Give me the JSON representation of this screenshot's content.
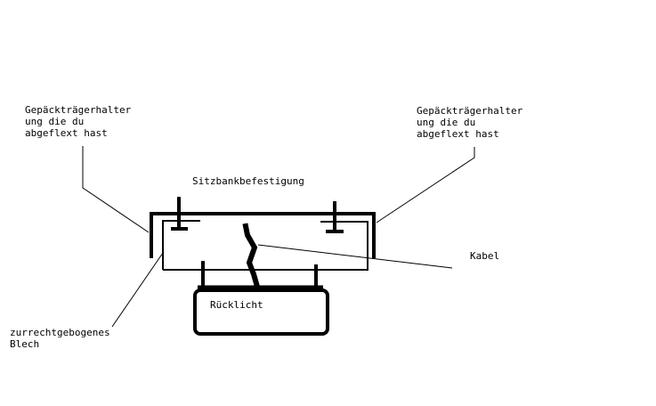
{
  "labels": {
    "left_bracket": [
      "Gepäckträgerhalter",
      "ung die du",
      "abgeflext hast"
    ],
    "right_bracket": [
      "Gepäckträgerhalter",
      "ung die du",
      "abgeflext hast"
    ],
    "seat_mount": "Sitzbankbefestigung",
    "cable": "Kabel",
    "tail_light": "Rücklicht",
    "sheet_metal": [
      "zurrechtgebogenes",
      "Blech"
    ]
  },
  "colors": {
    "stroke": "#000000",
    "background": "#ffffff"
  }
}
